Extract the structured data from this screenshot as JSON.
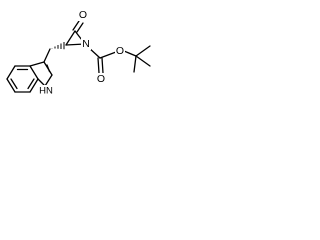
{
  "molecule": {
    "atom_labels": {
      "ketone_oxygen": "O",
      "ring_nitrogen": "N",
      "ester_carbonyl_oxygen": "O",
      "ester_oxygen": "O",
      "indole_nh": "HN"
    },
    "bond_color": "#000000",
    "background": "#ffffff"
  }
}
